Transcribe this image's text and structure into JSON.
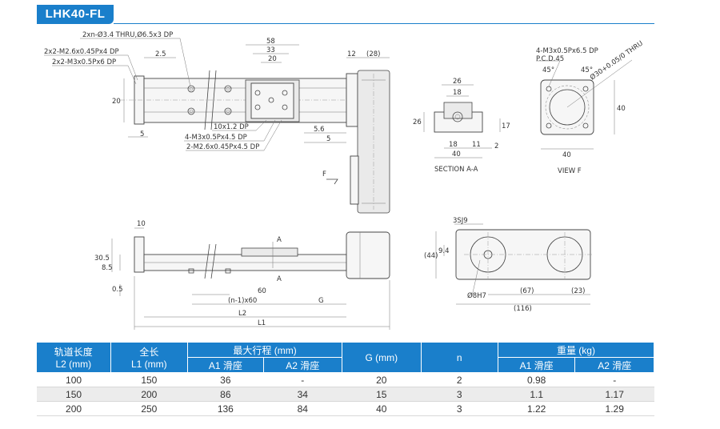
{
  "title": "LHK40-FL",
  "drawing": {
    "top_left_labels": {
      "thru": "2xn-Ø3.4 THRU,Ø6.5x3 DP",
      "m26": "2x2-M2.6x0.45Px4 DP",
      "m3": "2x2-M3x0.5Px6 DP",
      "d25": "2.5",
      "d20": "20",
      "d5": "5",
      "d58": "58",
      "d33": "33",
      "d20b": "20",
      "d12": "12",
      "d28": "(28)",
      "d10x12": "10x1.2 DP",
      "m3b": "4-M3x0.5Px4.5 DP",
      "m26b": "2-M2.6x0.45Px4.5 DP",
      "d56": "5.6",
      "d5b": "5",
      "f_label": "F"
    },
    "section_aa": {
      "caption": "SECTION A-A",
      "d26": "26",
      "d18": "18",
      "d26v": "26",
      "d17": "17",
      "d18b": "18",
      "d11": "11",
      "d2": "2",
      "d40": "40"
    },
    "view_f": {
      "caption": "VIEW F",
      "m3": "4-M3x0.5Px6.5 DP",
      "pcd": "P.C.D.45",
      "a45a": "45°",
      "a45b": "45°",
      "d30": "Ø30+0.05/0 THRU",
      "d40": "40",
      "d40b": "40"
    },
    "side_view": {
      "d10": "10",
      "d305": "30.5",
      "d85": "8.5",
      "d05": "0.5",
      "a1": "A",
      "a2": "A",
      "d60": "60",
      "n60": "(n-1)x60",
      "g": "G",
      "l2": "L2",
      "l1": "L1"
    },
    "end_view": {
      "sj": "3SJ9",
      "d44": "(44)",
      "d94": "9.4",
      "d8h7": "Ø8H7",
      "d67": "(67)",
      "d23": "(23)",
      "d116": "(116)"
    }
  },
  "table": {
    "headers": {
      "rail_len": "轨道长度",
      "rail_unit": "L2 (mm)",
      "total_len": "全长",
      "total_unit": "L1 (mm)",
      "stroke": "最大行程 (mm)",
      "stroke_a1": "A1 滑座",
      "stroke_a2": "A2 滑座",
      "g": "G (mm)",
      "n": "n",
      "weight": "重量 (kg)",
      "weight_a1": "A1 滑座",
      "weight_a2": "A2 滑座"
    },
    "rows": [
      {
        "l2": "100",
        "l1": "150",
        "s1": "36",
        "s2": "-",
        "g": "20",
        "n": "2",
        "w1": "0.98",
        "w2": "-"
      },
      {
        "l2": "150",
        "l1": "200",
        "s1": "86",
        "s2": "34",
        "g": "15",
        "n": "3",
        "w1": "1.1",
        "w2": "1.17"
      },
      {
        "l2": "200",
        "l1": "250",
        "s1": "136",
        "s2": "84",
        "g": "40",
        "n": "3",
        "w1": "1.22",
        "w2": "1.29"
      }
    ]
  }
}
